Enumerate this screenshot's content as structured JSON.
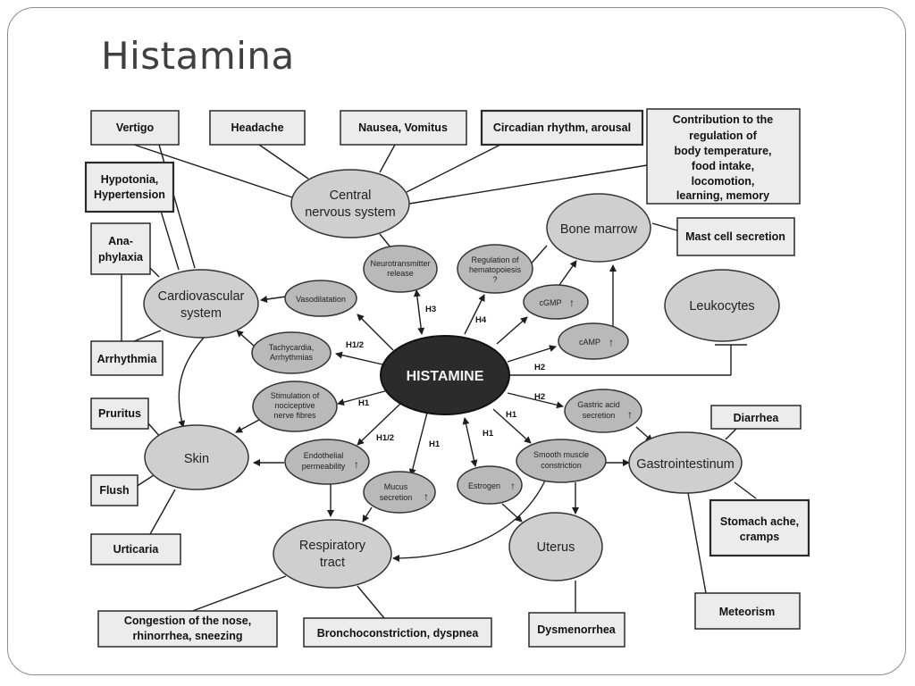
{
  "title": "Histamina",
  "center": "HISTAMINE",
  "boxes": {
    "vertigo": [
      "Vertigo"
    ],
    "headache": [
      "Headache"
    ],
    "nausea": [
      "Nausea, Vomitus"
    ],
    "circadian": [
      "Circadian rhythm, arousal"
    ],
    "contribution": [
      "Contribution to the",
      "regulation of",
      "body temperature,",
      "food intake,",
      "locomotion,",
      "learning, memory"
    ],
    "hypotonia": [
      "Hypotonia,",
      "Hypertension"
    ],
    "anaphylaxia": [
      "Ana-",
      "phylaxia"
    ],
    "arrhythmia": [
      "Arrhythmia"
    ],
    "mast_cell": [
      "Mast cell secretion"
    ],
    "pruritus": [
      "Pruritus"
    ],
    "flush": [
      "Flush"
    ],
    "urticaria": [
      "Urticaria"
    ],
    "diarrhea": [
      "Diarrhea"
    ],
    "stomach_ache": [
      "Stomach ache,",
      "cramps"
    ],
    "meteorism": [
      "Meteorism"
    ],
    "congestion": [
      "Congestion of the nose,",
      "rhinorrhea, sneezing"
    ],
    "bronchoconstriction": [
      "Bronchoconstriction, dyspnea"
    ],
    "dysmenorrhea": [
      "Dysmenorrhea"
    ]
  },
  "organs": {
    "cns": [
      "Central",
      "nervous system"
    ],
    "cardiovascular": [
      "Cardiovascular",
      "system"
    ],
    "bone_marrow": [
      "Bone marrow"
    ],
    "leukocytes": [
      "Leukocytes"
    ],
    "skin": [
      "Skin"
    ],
    "gastrointestinum": [
      "Gastrointestinum"
    ],
    "respiratory": [
      "Respiratory",
      "tract"
    ],
    "uterus": [
      "Uterus"
    ]
  },
  "mediators": {
    "neurotransmitter": [
      "Neurotransmitter",
      "release"
    ],
    "hematopoiesis": [
      "Regulation of",
      "hematopoiesis",
      "?"
    ],
    "cgmp": [
      "cGMP"
    ],
    "camp": [
      "cAMP"
    ],
    "vasodilatation": [
      "Vasodilatation"
    ],
    "tachycardia": [
      "Tachycardia,",
      "Arrhythmias"
    ],
    "nociceptive": [
      "Stimulation of",
      "nociceptive",
      "nerve fibres"
    ],
    "endothelial": [
      "Endothelial",
      "permeability"
    ],
    "mucus": [
      "Mucus",
      "secretion"
    ],
    "estrogen": [
      "Estrogen"
    ],
    "smooth_muscle": [
      "Smooth muscle",
      "constriction"
    ],
    "gastric_acid": [
      "Gastric acid",
      "secretion"
    ]
  },
  "receptors": {
    "h3": "H3",
    "h4": "H4",
    "h12_a": "H1/2",
    "h2_camp": "H2",
    "h2_gastric": "H2",
    "h1_nociceptive": "H1",
    "h12_endothelial": "H1/2",
    "h1_mucus": "H1",
    "h1_estrogen": "H1",
    "h1_smooth": "H1"
  },
  "up_arrow": "↑"
}
